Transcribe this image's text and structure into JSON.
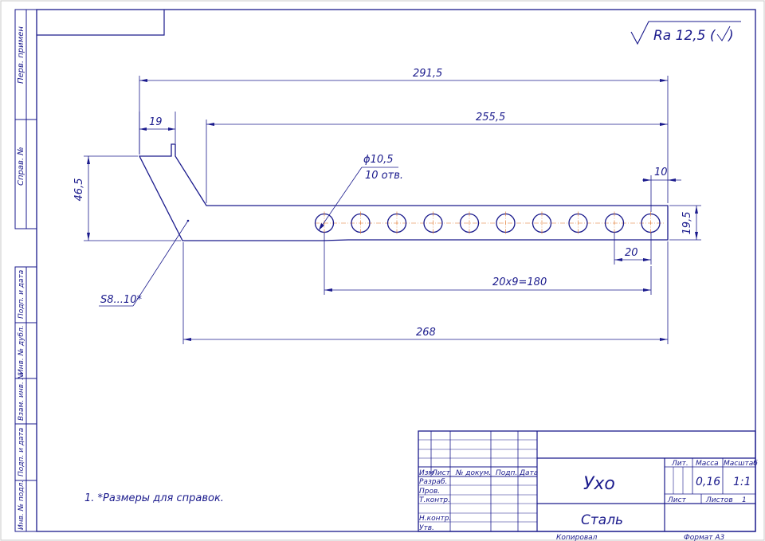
{
  "roughness": "Ra 12,5 (",
  "dimensions": {
    "overall_length": "291,5",
    "straight_length": "255,5",
    "bend_width": "19",
    "height": "46,5",
    "hole_diameter": "ϕ10,5",
    "hole_count": "10 отв.",
    "end_offset": "10",
    "strip_width": "19,5",
    "pitch": "20",
    "pitch_total": "20x9=180",
    "base_length": "268",
    "thickness_note": "S8...10*"
  },
  "note": "1.  *Размеры для справок.",
  "side_stamps": [
    "Перв. примен",
    "Справ. №",
    "Подп. и дата",
    "Инв. № дубл.",
    "Взам. инв. №",
    "Подп. и дата",
    "Инв. № подл."
  ],
  "title_block": {
    "title": "Ухо",
    "material": "Сталь",
    "headers": [
      "Изм",
      "Лист",
      "№ докум.",
      "Подп.",
      "Дата"
    ],
    "rows": [
      "Разраб.",
      "Пров.",
      "Т.контр.",
      "Н.контр.",
      "Утв."
    ],
    "lit_label": "Лит.",
    "mass_label": "Масса",
    "scale_label": "Масштаб",
    "mass": "0,16",
    "scale": "1:1",
    "sheet_label": "Лист",
    "sheets_label": "Листов",
    "sheets": "1"
  },
  "footer": {
    "copied": "Копировал",
    "format": "Формат   А3"
  },
  "colors": {
    "line": "#1a1a8c",
    "axis": "#e07020"
  }
}
